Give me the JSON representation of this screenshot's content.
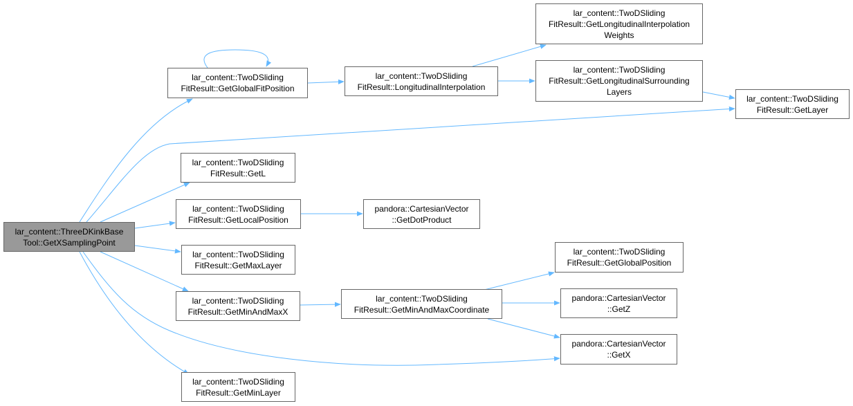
{
  "colors": {
    "edge": "#63b8ff",
    "node_border": "#666666",
    "root_fill": "#999999"
  },
  "nodes": {
    "root": {
      "label": "lar_content::ThreeDKinkBase\nTool::GetXSamplingPoint"
    },
    "getGlobalFitPosition": {
      "label": "lar_content::TwoDSliding\nFitResult::GetGlobalFitPosition"
    },
    "longitudinalInterpolation": {
      "label": "lar_content::TwoDSliding\nFitResult::LongitudinalInterpolation"
    },
    "getLongitudinalInterpolationWeights": {
      "label": "lar_content::TwoDSliding\nFitResult::GetLongitudinalInterpolation\nWeights"
    },
    "getLongitudinalSurroundingLayers": {
      "label": "lar_content::TwoDSliding\nFitResult::GetLongitudinalSurrounding\nLayers"
    },
    "getLayer": {
      "label": "lar_content::TwoDSliding\nFitResult::GetLayer"
    },
    "getL": {
      "label": "lar_content::TwoDSliding\nFitResult::GetL"
    },
    "getLocalPosition": {
      "label": "lar_content::TwoDSliding\nFitResult::GetLocalPosition"
    },
    "getDotProduct": {
      "label": "pandora::CartesianVector\n::GetDotProduct"
    },
    "getMaxLayer": {
      "label": "lar_content::TwoDSliding\nFitResult::GetMaxLayer"
    },
    "getMinAndMaxX": {
      "label": "lar_content::TwoDSliding\nFitResult::GetMinAndMaxX"
    },
    "getMinAndMaxCoordinate": {
      "label": "lar_content::TwoDSliding\nFitResult::GetMinAndMaxCoordinate"
    },
    "getGlobalPosition": {
      "label": "lar_content::TwoDSliding\nFitResult::GetGlobalPosition"
    },
    "getZ": {
      "label": "pandora::CartesianVector\n::GetZ"
    },
    "getX": {
      "label": "pandora::CartesianVector\n::GetX"
    },
    "getMinLayer": {
      "label": "lar_content::TwoDSliding\nFitResult::GetMinLayer"
    }
  }
}
